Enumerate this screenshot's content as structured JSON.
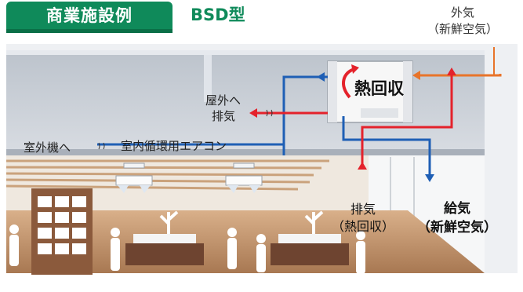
{
  "header": {
    "category": "商業施設例",
    "type": "BSD型"
  },
  "labels": {
    "outdoor_air_1": "外気",
    "outdoor_air_2": "（新鮮空気）",
    "heat_recovery": "熱回収",
    "outdoor_exhaust_1": "屋外へ",
    "outdoor_exhaust_2": "排気",
    "to_outdoor_unit": "室外機へ",
    "indoor_ac": "室内循環用エアコン",
    "exhaust_1": "排気",
    "exhaust_2": "（熱回収）",
    "supply_1": "給気",
    "supply_2": "（新鮮空気）"
  },
  "colors": {
    "brand_green": "#0f8a5a",
    "exhaust_red": "#e4222b",
    "supply_blue": "#1f5fb5",
    "outdoor_orange": "#e8742a",
    "ceiling_gray": "#c9ced6",
    "floor_brown": "#c4926a"
  }
}
